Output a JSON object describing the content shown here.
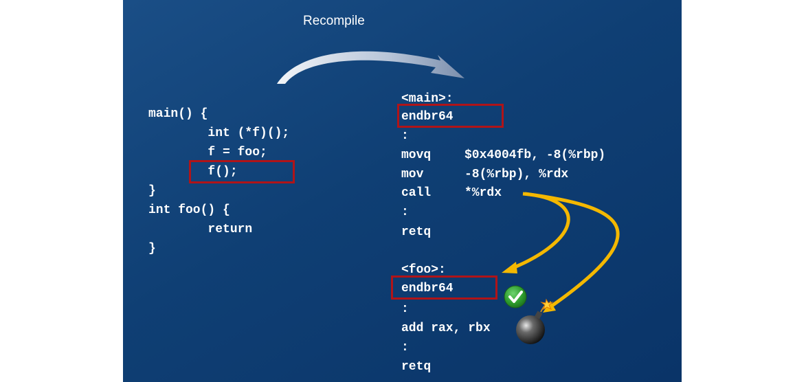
{
  "title": "Recompile",
  "source_code": {
    "lines": [
      "main() {",
      "        int (*f)();",
      "        f = foo;",
      "        f();",
      "}",
      "int foo() {",
      "        return",
      "}"
    ]
  },
  "assembly": {
    "main_label": "<main>:",
    "main_lines": [
      {
        "op": "endbr64",
        "args": ""
      },
      {
        "op": ":",
        "args": ""
      },
      {
        "op": "movq",
        "args": "$0x4004fb, -8(%rbp)"
      },
      {
        "op": "mov",
        "args": "-8(%rbp), %rdx"
      },
      {
        "op": "call",
        "args": "*%rdx"
      },
      {
        "op": ":",
        "args": ""
      },
      {
        "op": "retq",
        "args": ""
      }
    ],
    "foo_label": "<foo>:",
    "foo_lines": [
      {
        "op": "endbr64",
        "args": ""
      },
      {
        "op": ":",
        "args": ""
      },
      {
        "op": "add rax, rbx",
        "args": ""
      },
      {
        "op": ":",
        "args": ""
      },
      {
        "op": "retq",
        "args": ""
      }
    ]
  },
  "colors": {
    "background": "#0f3f74",
    "highlight_box": "#b01418",
    "arrow_yellow": "#f4b800",
    "check_green": "#2e9e2e"
  },
  "icons": [
    "recompile-arrow-icon",
    "check-icon",
    "bomb-icon"
  ]
}
